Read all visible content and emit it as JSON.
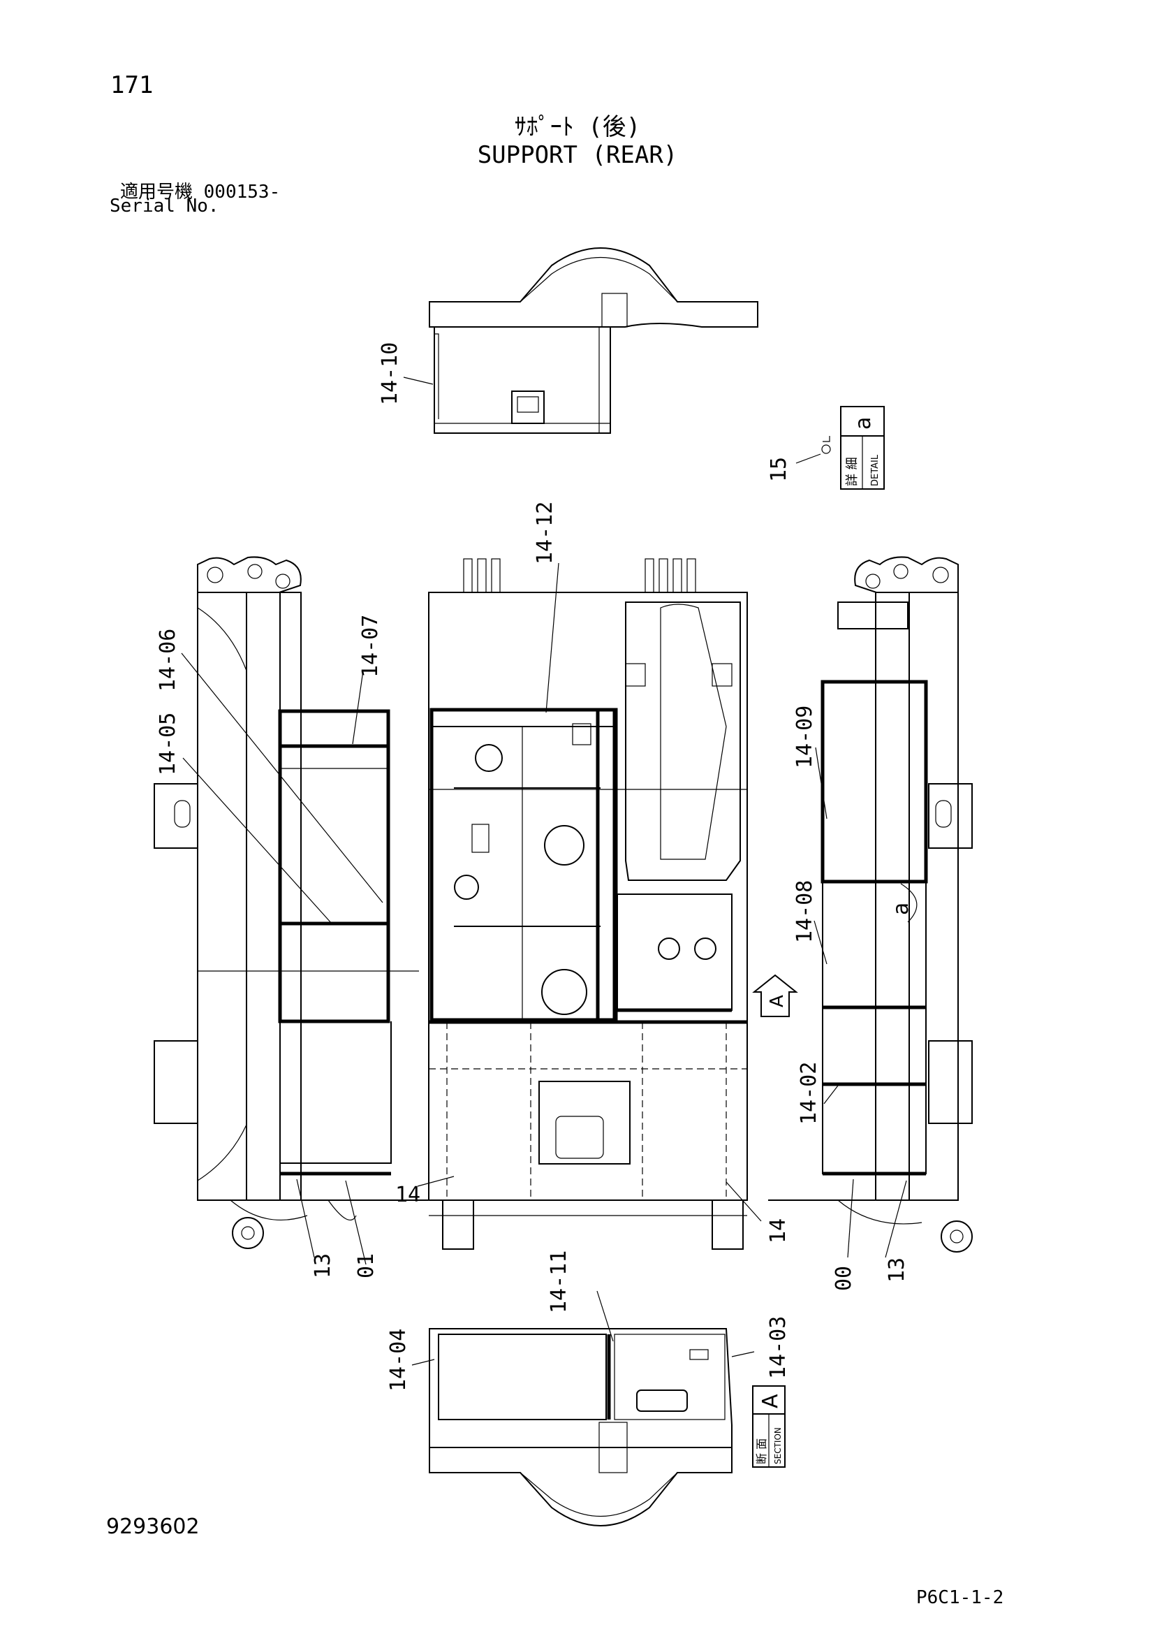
{
  "header": {
    "page_number": "171",
    "title_jp": "ｻﾎﾟｰﾄ (後)",
    "title_en": "SUPPORT (REAR)",
    "serial_label_jp": "適用号機 000153-",
    "serial_label_en": "Serial No."
  },
  "footer": {
    "drawing_number": "9293602",
    "page_code": "P6C1-1-2"
  },
  "callouts": {
    "c14_10": "14-10",
    "c15": "15",
    "c14_12": "14-12",
    "c14_06": "14-06",
    "c14_05": "14-05",
    "c14_07": "14-07",
    "c14_09": "14-09",
    "c14_08": "14-08",
    "c14_02": "14-02",
    "c14_left": "14",
    "c14_right": "14",
    "c13_left": "13",
    "c01": "01",
    "c00": "00",
    "c13_right": "13",
    "c14_11": "14-11",
    "c14_04": "14-04",
    "c14_03": "14-03",
    "detail_a_marker": "a"
  },
  "detail_tag": {
    "letter": "a",
    "jp": "詳 細",
    "en": "DETAIL"
  },
  "section_tag": {
    "letter": "A",
    "jp": "断 面",
    "en": "SECTION"
  },
  "view_arrow_letter": "A"
}
